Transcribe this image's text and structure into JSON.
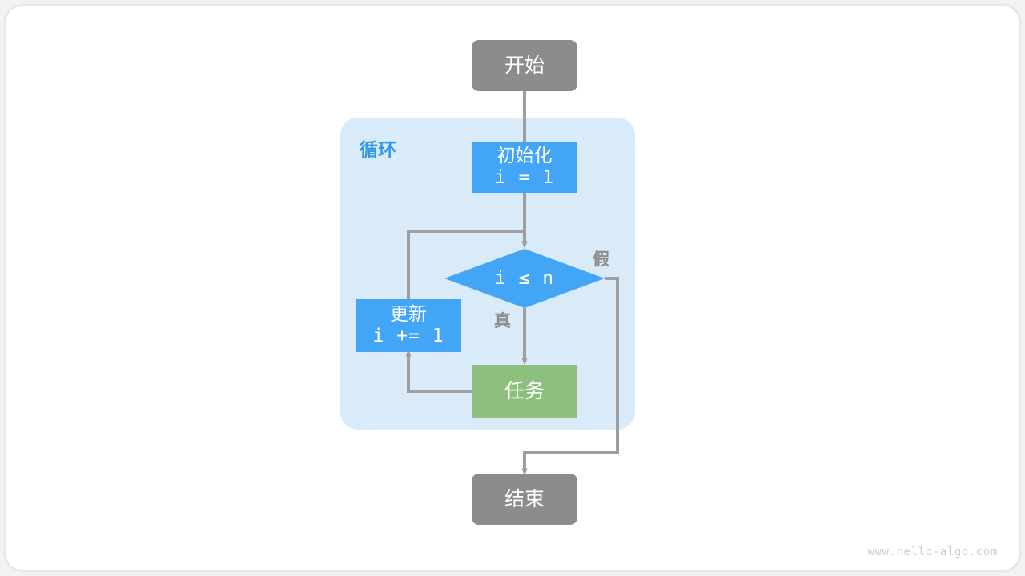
{
  "diagram": {
    "title": "for-loop-flowchart",
    "colors": {
      "terminal": "#8c8c8c",
      "process": "#42a5f5",
      "task": "#8dc07f",
      "container": "#d9eaf9",
      "container_label": "#3399e8",
      "edge": "#9e9e9e",
      "canvas": "#ffffff"
    },
    "container": {
      "label": "循环"
    },
    "nodes": {
      "start": {
        "label": "开始"
      },
      "init": {
        "line1": "初始化",
        "line2": "i = 1"
      },
      "condition": {
        "label": "i ≤ n"
      },
      "update": {
        "line1": "更新",
        "line2": "i += 1"
      },
      "task": {
        "label": "任务"
      },
      "end": {
        "label": "结束"
      }
    },
    "edge_labels": {
      "true": "真",
      "false": "假"
    },
    "watermark": "www.hello-algo.com"
  }
}
